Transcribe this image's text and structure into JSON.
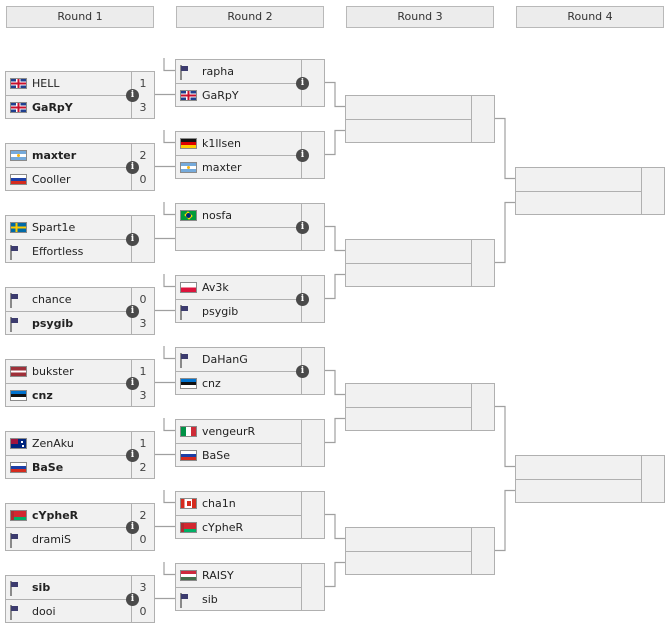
{
  "rounds": [
    {
      "label": "Round 1"
    },
    {
      "label": "Round 2"
    },
    {
      "label": "Round 3"
    },
    {
      "label": "Round 4"
    }
  ],
  "round1": [
    {
      "p1": {
        "name": "HELL",
        "flag": "gb",
        "score": "1",
        "win": false
      },
      "p2": {
        "name": "GaRpY",
        "flag": "gb",
        "score": "3",
        "win": true
      },
      "info": "i"
    },
    {
      "p1": {
        "name": "maxter",
        "flag": "ar",
        "score": "2",
        "win": true
      },
      "p2": {
        "name": "Cooller",
        "flag": "ru",
        "score": "0",
        "win": false
      },
      "info": "i"
    },
    {
      "p1": {
        "name": "Spart1e",
        "flag": "se",
        "score": "",
        "win": false
      },
      "p2": {
        "name": "Effortless",
        "flag": "us",
        "score": "",
        "win": false
      },
      "info": "i"
    },
    {
      "p1": {
        "name": "chance",
        "flag": "us",
        "score": "0",
        "win": false
      },
      "p2": {
        "name": "psygib",
        "flag": "us",
        "score": "3",
        "win": true
      },
      "info": "i"
    },
    {
      "p1": {
        "name": "bukster",
        "flag": "lv",
        "score": "1",
        "win": false
      },
      "p2": {
        "name": "cnz",
        "flag": "ee",
        "score": "3",
        "win": true
      },
      "info": "i"
    },
    {
      "p1": {
        "name": "ZenAku",
        "flag": "au",
        "score": "1",
        "win": false
      },
      "p2": {
        "name": "BaSe",
        "flag": "ru",
        "score": "2",
        "win": true
      },
      "info": "i"
    },
    {
      "p1": {
        "name": "cYpheR",
        "flag": "by",
        "score": "2",
        "win": true
      },
      "p2": {
        "name": "dramiS",
        "flag": "us",
        "score": "0",
        "win": false
      },
      "info": "i"
    },
    {
      "p1": {
        "name": "sib",
        "flag": "us",
        "score": "3",
        "win": true
      },
      "p2": {
        "name": "dooi",
        "flag": "us",
        "score": "0",
        "win": false
      },
      "info": "i"
    }
  ],
  "round2": [
    {
      "p1": {
        "name": "rapha",
        "flag": "us"
      },
      "p2": {
        "name": "GaRpY",
        "flag": "gb"
      },
      "info": "i"
    },
    {
      "p1": {
        "name": "k1llsen",
        "flag": "de"
      },
      "p2": {
        "name": "maxter",
        "flag": "ar"
      },
      "info": "i"
    },
    {
      "p1": {
        "name": "nosfa",
        "flag": "br"
      },
      "p2": {
        "name": "",
        "flag": ""
      },
      "info": "i"
    },
    {
      "p1": {
        "name": "Av3k",
        "flag": "pl"
      },
      "p2": {
        "name": "psygib",
        "flag": "us"
      },
      "info": "i"
    },
    {
      "p1": {
        "name": "DaHanG",
        "flag": "us"
      },
      "p2": {
        "name": "cnz",
        "flag": "ee"
      },
      "info": "i"
    },
    {
      "p1": {
        "name": "vengeurR",
        "flag": "it"
      },
      "p2": {
        "name": "BaSe",
        "flag": "ru"
      },
      "info": ""
    },
    {
      "p1": {
        "name": "cha1n",
        "flag": "ca"
      },
      "p2": {
        "name": "cYpheR",
        "flag": "by"
      },
      "info": ""
    },
    {
      "p1": {
        "name": "RAISY",
        "flag": "hu"
      },
      "p2": {
        "name": "sib",
        "flag": "us"
      },
      "info": ""
    }
  ],
  "round3": [
    {},
    {},
    {},
    {}
  ],
  "round4": [
    {},
    {}
  ],
  "colors": {
    "border": "#b0b0b0",
    "cell": "#f1f1f1",
    "line": "#a0a0a0",
    "info": "#4a4a4a"
  }
}
